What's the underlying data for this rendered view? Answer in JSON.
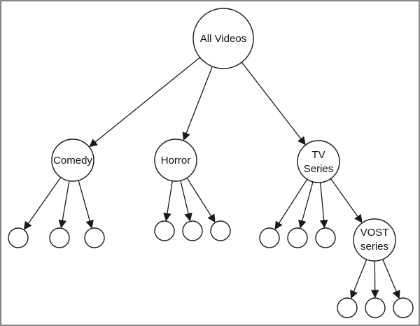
{
  "diagram": {
    "nodes": {
      "root": {
        "label": "All Videos"
      },
      "comedy": {
        "label": "Comedy"
      },
      "horror": {
        "label": "Horror"
      },
      "tv": {
        "label_lines": [
          "TV",
          "Series"
        ]
      },
      "vost": {
        "label_lines": [
          "VOST",
          "series"
        ]
      }
    },
    "edges": [
      [
        "root",
        "comedy"
      ],
      [
        "root",
        "horror"
      ],
      [
        "root",
        "tv"
      ],
      [
        "comedy",
        "c1"
      ],
      [
        "comedy",
        "c2"
      ],
      [
        "comedy",
        "c3"
      ],
      [
        "horror",
        "h1"
      ],
      [
        "horror",
        "h2"
      ],
      [
        "horror",
        "h3"
      ],
      [
        "tv",
        "t1"
      ],
      [
        "tv",
        "t2"
      ],
      [
        "tv",
        "t3"
      ],
      [
        "tv",
        "vost"
      ],
      [
        "vost",
        "v1"
      ],
      [
        "vost",
        "v2"
      ],
      [
        "vost",
        "v3"
      ]
    ]
  }
}
